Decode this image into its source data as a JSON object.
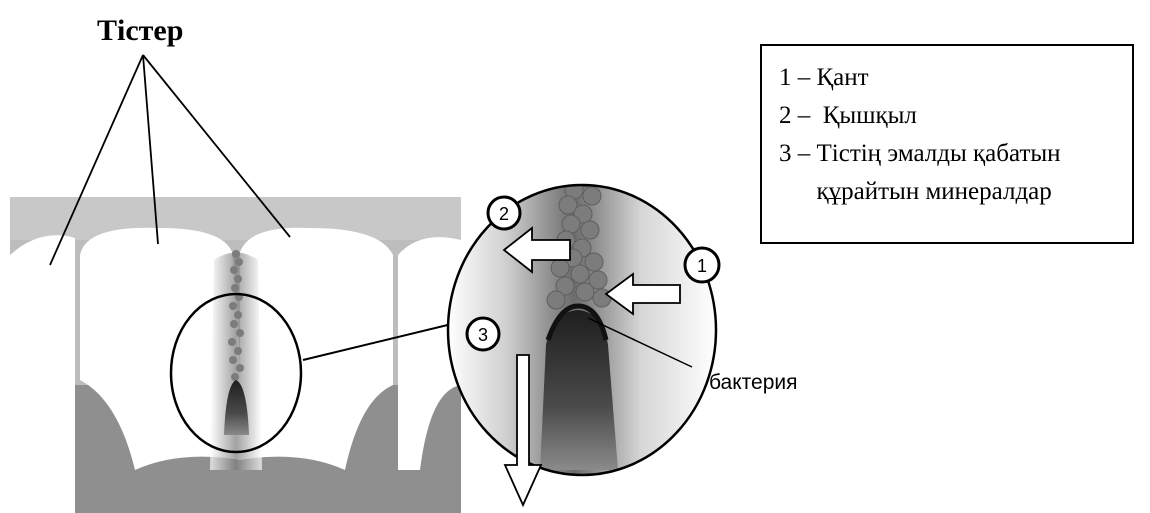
{
  "title": "Тістер",
  "legend": {
    "items": [
      {
        "text": "1 – Қант"
      },
      {
        "text": "2 –  Қышқыл"
      },
      {
        "text": "3 – Тістің эмалды қабатын"
      },
      {
        "text": "      құрайтын минералдар"
      }
    ]
  },
  "markers": {
    "one": "1",
    "two": "2",
    "three": "3"
  },
  "bacteria_label": "бактерия",
  "colors": {
    "gum": "#c8c8c8",
    "tooth": "#ffffff",
    "root": "#8a8a8a",
    "bacteria": "#4a4a4a",
    "sugar_particles": "#7c7c7c"
  }
}
